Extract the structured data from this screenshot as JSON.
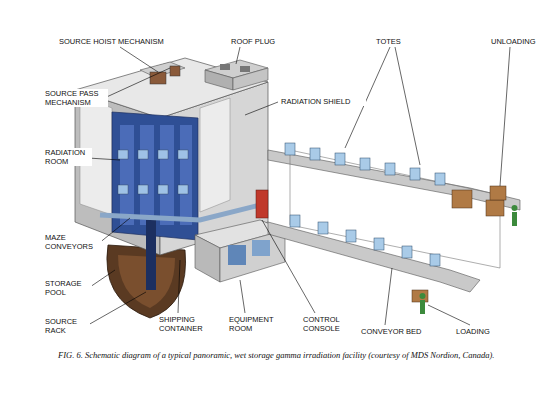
{
  "diagram": {
    "caption": "FIG. 6. Schematic diagram of a typical panoramic, wet storage gamma irradiation facility (courtesy of MDS Nordion, Canada).",
    "labels": [
      "SOURCE HOIST MECHANISM",
      "ROOF PLUG",
      "TOTES",
      "UNLOADING",
      "SOURCE PASS MECHANISM",
      "RADIATION SHIELD",
      "RADIATION ROOM",
      "MAZE CONVEYORS",
      "STORAGE POOL",
      "SOURCE RACK",
      "SHIPPING CONTAINER",
      "EQUIPMENT ROOM",
      "CONTROL CONSOLE",
      "CONVEYOR BED",
      "LOADING"
    ]
  }
}
